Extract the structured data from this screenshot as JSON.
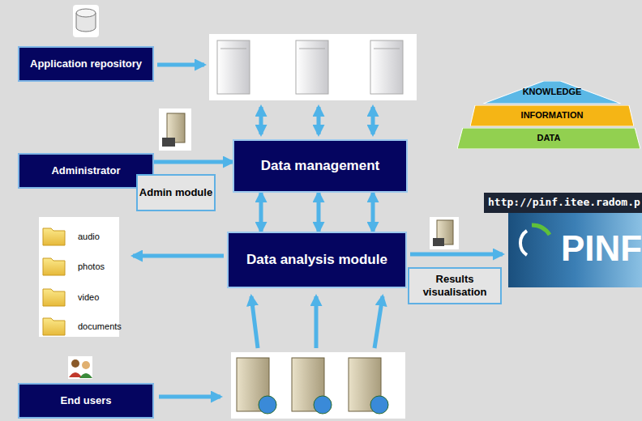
{
  "diagram": {
    "nodes": [
      {
        "text": [
          "Application repository"
        ]
      },
      {
        "text": [
          "Administrator"
        ]
      },
      {
        "text": [
          "Admin module"
        ]
      },
      {
        "text": [
          "Data management"
        ]
      },
      {
        "text": [
          "Data analysis module"
        ]
      },
      {
        "text": [
          "Results visualisation"
        ]
      },
      {
        "text": [
          "End users"
        ]
      },
      {
        "text": [
          "KNOWLEDGE"
        ]
      },
      {
        "text": [
          "INFORMATION"
        ]
      },
      {
        "text": [
          "DATA"
        ]
      }
    ],
    "edges": [
      {
        "from": 1,
        "to": 3,
        "arrow": "to"
      },
      {
        "from": 3,
        "to": 4,
        "arrow": "both"
      },
      {
        "from": 3,
        "to": 4,
        "arrow": "both"
      },
      {
        "from": 3,
        "to": 4,
        "arrow": "both"
      }
    ],
    "labels": [
      "audio",
      "photos",
      "video",
      "documents",
      "http://pinf.itee.radom.p",
      "PINF"
    ]
  }
}
